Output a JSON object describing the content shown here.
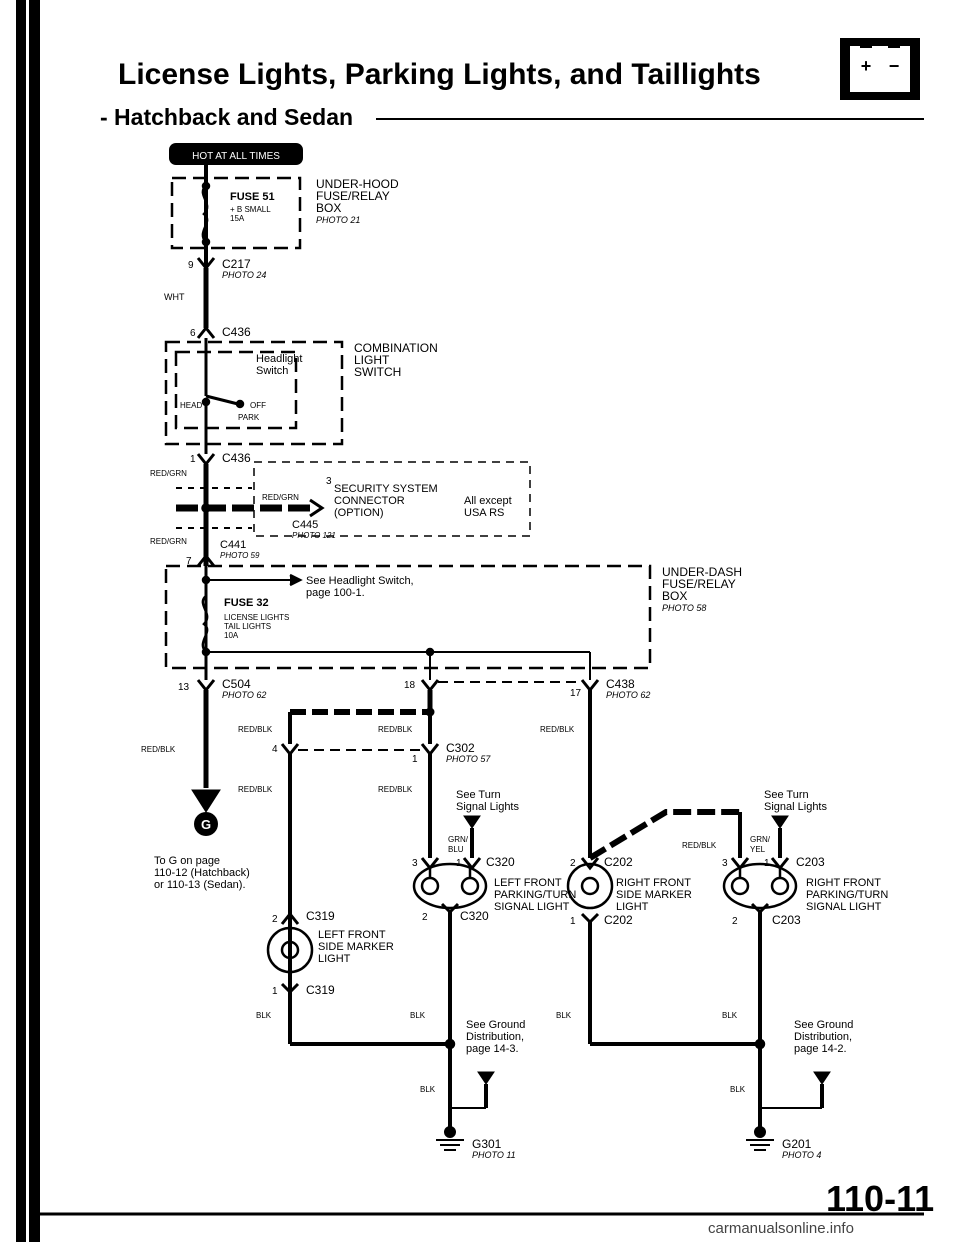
{
  "header": {
    "title": "License Lights, Parking Lights, and Taillights",
    "subtitle": "- Hatchback and Sedan",
    "hot_badge": "HOT AT ALL TIMES"
  },
  "page_number": "110-11",
  "watermark": "carmanualsonline.info",
  "labels": {
    "under_hood_box": [
      "UNDER-HOOD",
      "FUSE/RELAY",
      "BOX"
    ],
    "photo21": "PHOTO 21",
    "fuse51": "FUSE 51",
    "fuse51_desc": [
      "+ B SMALL",
      "15A"
    ],
    "c217": "C217",
    "photo24": "PHOTO 24",
    "wht": "WHT",
    "c436": "C436",
    "pin9": "9",
    "pin6": "6",
    "pin1": "1",
    "pin7": "7",
    "pin3": "3",
    "combination_switch": [
      "COMBINATION",
      "LIGHT",
      "SWITCH"
    ],
    "headlight_switch": [
      "Headlight",
      "Switch"
    ],
    "head": "HEAD",
    "off": "OFF",
    "park": "PARK",
    "red_grn": "RED/GRN",
    "security": [
      "SECURITY SYSTEM",
      "CONNECTOR",
      "(OPTION)"
    ],
    "all_except": [
      "All except",
      "USA RS"
    ],
    "c445": "C445",
    "photo121": "PHOTO 121",
    "c441": "C441",
    "photo59": "PHOTO 59",
    "under_dash_box": [
      "UNDER-DASH",
      "FUSE/RELAY",
      "BOX"
    ],
    "photo58": "PHOTO 58",
    "see_headlight": [
      "See Headlight Switch,",
      "page 100-1."
    ],
    "fuse32": "FUSE 32",
    "fuse32_desc": [
      "LICENSE LIGHTS",
      "TAIL LIGHTS",
      "10A"
    ],
    "c504": "C504",
    "photo62": "PHOTO 62",
    "pin13": "13",
    "pin18": "18",
    "pin17": "17",
    "c438": "C438",
    "red_blk": "RED/BLK",
    "pin4": "4",
    "c302": "C302",
    "photo57": "PHOTO 57",
    "to_g": [
      "To G on page",
      "110-12 (Hatchback)",
      "or 110-13 (Sedan)."
    ],
    "g_badge": "G",
    "see_turn": [
      "See Turn",
      "Signal Lights"
    ],
    "grn_blu": [
      "GRN/",
      "BLU"
    ],
    "grn_yel": [
      "GRN/",
      "YEL"
    ],
    "c320": "C320",
    "c202": "C202",
    "c203": "C203",
    "pin2": "2",
    "lf_park": [
      "LEFT FRONT",
      "PARKING/TURN",
      "SIGNAL LIGHT"
    ],
    "rf_side": [
      "RIGHT FRONT",
      "SIDE MARKER",
      "LIGHT"
    ],
    "rf_park": [
      "RIGHT FRONT",
      "PARKING/TURN",
      "SIGNAL LIGHT"
    ],
    "c319": "C319",
    "lf_side": [
      "LEFT FRONT",
      "SIDE MARKER",
      "LIGHT"
    ],
    "blk": "BLK",
    "see_ground1": [
      "See Ground",
      "Distribution,",
      "page 14-3."
    ],
    "see_ground2": [
      "See Ground",
      "Distribution,",
      "page 14-2."
    ],
    "g301": "G301",
    "photo11": "PHOTO 11",
    "g201": "G201",
    "photo4": "PHOTO 4"
  }
}
